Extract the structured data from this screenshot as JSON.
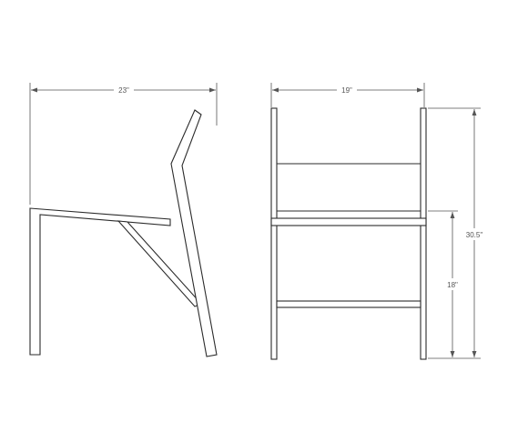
{
  "dimensions": {
    "side_depth": "23\"",
    "front_width": "19\"",
    "overall_height": "30.5\"",
    "seat_height": "18\""
  },
  "colors": {
    "line": "#2b2b2b",
    "dimension": "#555555",
    "background": "#ffffff"
  }
}
